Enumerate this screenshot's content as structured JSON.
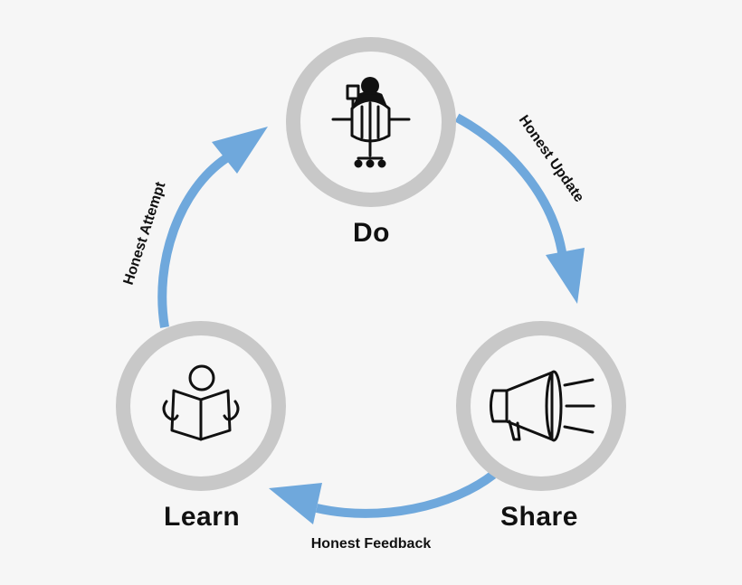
{
  "nodes": {
    "do": {
      "label": "Do",
      "icon": "person-at-desk-icon"
    },
    "share": {
      "label": "Share",
      "icon": "megaphone-icon"
    },
    "learn": {
      "label": "Learn",
      "icon": "person-reading-book-icon"
    }
  },
  "edges": {
    "do_to_share": {
      "label": "Honest Update"
    },
    "share_to_learn": {
      "label": "Honest Feedback"
    },
    "learn_to_do": {
      "label": "Honest Attempt"
    }
  },
  "colors": {
    "background": "#f6f6f6",
    "ring": "#c8c8c8",
    "arrow": "#6fa8dc",
    "icon": "#111111"
  }
}
